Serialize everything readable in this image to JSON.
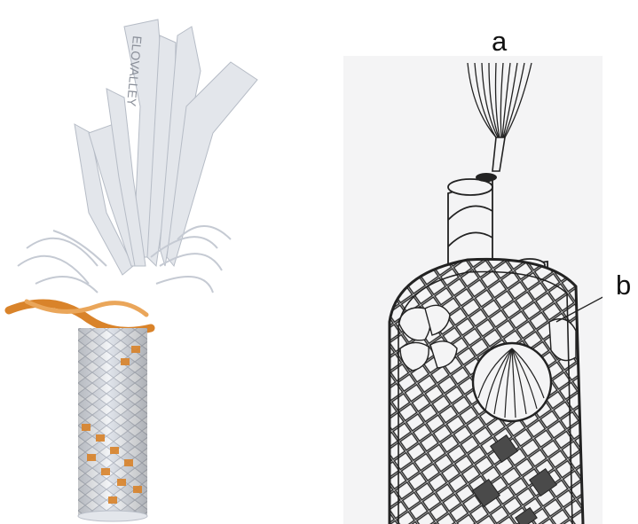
{
  "labels": {
    "a": "a",
    "b": "b"
  },
  "photo": {
    "printed_text": "ELOVALLEY",
    "colors": {
      "white_strand": "#e9ebef",
      "orange_strand": "#d9832a"
    }
  },
  "drawing": {
    "colors": {
      "background": "#f4f4f5",
      "ink": "#222222",
      "dark_square": "#4a4a4a"
    }
  }
}
